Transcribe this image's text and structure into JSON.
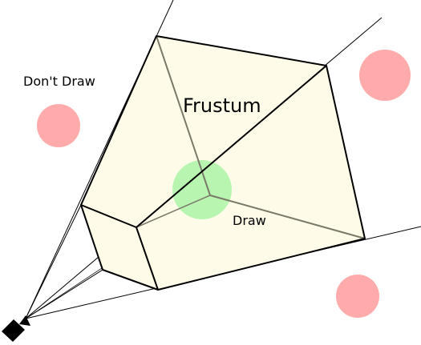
{
  "labels": {
    "frustum": "Frustum",
    "dont_draw": "Don't Draw",
    "draw": "Draw"
  },
  "colors": {
    "frustum_fill": "#fefce8",
    "inside_object": "#b8f5b0",
    "outside_object": "#ffabab",
    "edge": "#000000",
    "back_edge": "#7a7a6a"
  },
  "objects": [
    {
      "name": "object-outside-left",
      "state": "outside"
    },
    {
      "name": "object-outside-top-right",
      "state": "outside"
    },
    {
      "name": "object-outside-bottom-right",
      "state": "outside"
    },
    {
      "name": "object-inside",
      "state": "inside"
    }
  ]
}
